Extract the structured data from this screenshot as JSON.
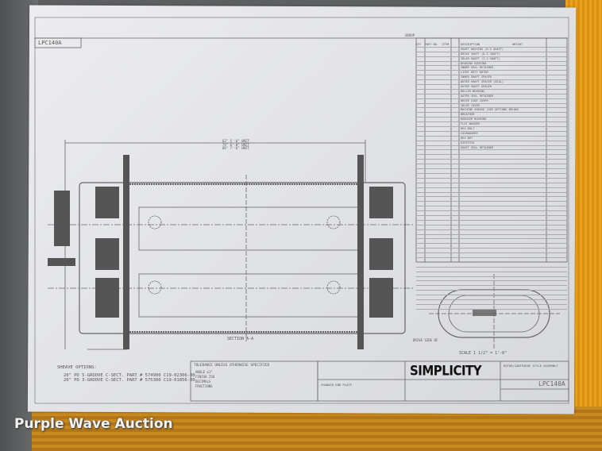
{
  "drawing": {
    "number": "LPC140A",
    "group_label": "GROUP",
    "section_label": "SECTION A-A",
    "scale": "SCALE 1 1/2\" = 1'-0\"",
    "dimension_labels": [
      "62\" 5'-6\" UNIT",
      "74\" 6'-0\" UNIT",
      "86\" 7'-6\" UNIT"
    ],
    "drive_side_label": "DRIVE SIDE OF",
    "parts_header": [
      "QTY",
      "PART NO.",
      "ITEM",
      "DESCRIPTION",
      "WEIGHT"
    ],
    "parts": [
      "SHAFT HOUSING (D.S SHAFT)",
      "DRIVE SHAFT (D.S SHAFT)",
      "IDLER SHAFT (I.S SHAFT)",
      "BEARING HOUSING",
      "INNER SEAL RETAINER",
      "LIGHT DUTY ROTOR",
      "INNER SHAFT SPACER",
      "OUTER SHAFT SPACER (SEAL)",
      "OUTER SHAFT SPACER",
      "ROLLER BEARING",
      "OUTER SEAL RETAINER",
      "DRIVE SIDE COVER",
      "IDLER COVER",
      "MACHINE SHEAVE (SEE OPTIONS BELOW)",
      "BREATHER",
      "REDUCER BUSHING",
      "FLAT WASHER",
      "HEX BOLT",
      "LOCKWASHER",
      "HEX NUT",
      "DIPSTICK",
      "SHAFT SEAL RETAINER"
    ],
    "sheave_options_title": "SHEAVE OPTIONS:",
    "sheave_options": [
      "20\" PD 5-GROOVE C-SECT. PART # 574900 C19-02306-00",
      "20\" PD 3-GROOVE C-SECT. PART # 575300 C19-01856-00"
    ],
    "tolerance_title": "TOLERANCE UNLESS OTHERWISE SPECIFIED",
    "tolerance_rows": [
      "ANGLE  ±1°",
      "FINISH  250",
      "DECIMALS",
      "FRACTIONS"
    ],
    "title_block": {
      "logo": "SIMPLICITY",
      "title": "ROTOR/CARTRIDGE STYLE ASSEMBLY",
      "drawing_no": "LPC140A",
      "revision_note": "CHANGED END PLATE"
    }
  },
  "watermark": "Purple Wave Auction",
  "colors": {
    "paper": "#e4e5e8",
    "ink": "#555555",
    "yellow_board": "#e9a21a",
    "wood": "#c98a1d"
  }
}
